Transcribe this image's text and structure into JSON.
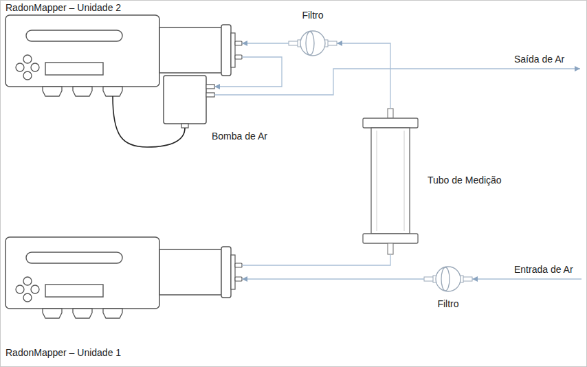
{
  "diagram": {
    "nodes": [
      {
        "text": [
          "RadonMapper – Unidade 2"
        ]
      },
      {
        "text": [
          "Filtro"
        ]
      },
      {
        "text": [
          "Bomba de Ar"
        ]
      },
      {
        "text": [
          "Tubo de Medição"
        ]
      },
      {
        "text": [
          "Filtro"
        ]
      },
      {
        "text": [
          "RadonMapper – Unidade 1"
        ]
      }
    ],
    "edges": [
      {
        "from": 4,
        "to": 5,
        "arrow": "to"
      },
      {
        "from": 5,
        "to": 3,
        "arrow": "none"
      },
      {
        "from": 3,
        "to": 1,
        "arrow": "to"
      },
      {
        "from": 1,
        "to": 0,
        "arrow": "to"
      },
      {
        "from": 0,
        "to": 2,
        "arrow": "to"
      }
    ],
    "labels": [
      "Saída de Ar",
      "Entrada de Ar"
    ]
  }
}
